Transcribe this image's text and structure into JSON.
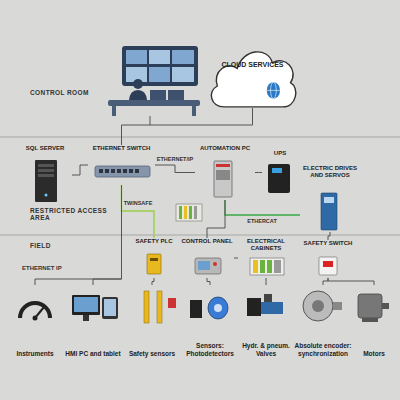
{
  "diagram": {
    "nodes": [
      {
        "text": [
          "CLOUD SERVICES"
        ]
      },
      {
        "text": [
          "SQL SERVER"
        ]
      },
      {
        "text": [
          "ETHERNET SWITCH"
        ]
      },
      {
        "text": [
          "AUTOMATION PC"
        ]
      },
      {
        "text": [
          "UPS"
        ]
      },
      {
        "text": [
          "ELECTRIC DRIVES AND SERVOS"
        ]
      },
      {
        "text": [
          "SAFETY PLC"
        ]
      },
      {
        "text": [
          "CONTROL PANEL"
        ]
      },
      {
        "text": [
          "ELECTRICAL CABINETS"
        ]
      },
      {
        "text": [
          "SAFETY SWITCH"
        ]
      },
      {
        "text": [
          "Instruments"
        ]
      },
      {
        "text": [
          "HMI PC and tablet"
        ]
      },
      {
        "text": [
          "Safety sensors"
        ]
      },
      {
        "text": [
          "Sensors: Photodetectors"
        ]
      },
      {
        "text": [
          "Hydr. & pneum. Valves"
        ]
      },
      {
        "text": [
          "Absolute encoder: synchronization"
        ]
      },
      {
        "text": [
          "Motors"
        ]
      }
    ],
    "edges": [
      {
        "from": 2,
        "to": 0,
        "arrow": "none"
      },
      {
        "from": 1,
        "to": 2,
        "arrow": "none"
      },
      {
        "from": 2,
        "to": 3,
        "label": "ETHERNET/IP",
        "arrow": "none"
      },
      {
        "from": 3,
        "to": 4,
        "arrow": "none"
      },
      {
        "from": 3,
        "to": 5,
        "label": "ETHERCAT",
        "arrow": "none"
      },
      {
        "from": 2,
        "to": 6,
        "label": "TWINSAFE",
        "arrow": "none"
      },
      {
        "from": 3,
        "to": 7,
        "arrow": "none"
      },
      {
        "from": 7,
        "to": 8,
        "arrow": "none"
      },
      {
        "from": 5,
        "to": 9,
        "arrow": "none"
      },
      {
        "from": 2,
        "to": 10,
        "arrow": "none"
      },
      {
        "from": 2,
        "to": 11,
        "arrow": "none"
      },
      {
        "from": 6,
        "to": 12,
        "arrow": "none"
      },
      {
        "from": 7,
        "to": 13,
        "arrow": "none"
      },
      {
        "from": 8,
        "to": 14,
        "arrow": "none"
      },
      {
        "from": 9,
        "to": 15,
        "arrow": "none"
      },
      {
        "from": 9,
        "to": 16,
        "arrow": "none"
      }
    ],
    "labels": [
      "CONTROL ROOM",
      "RESTRICTED ACCESS AREA",
      "FIELD",
      "ETHERNET IP"
    ]
  }
}
